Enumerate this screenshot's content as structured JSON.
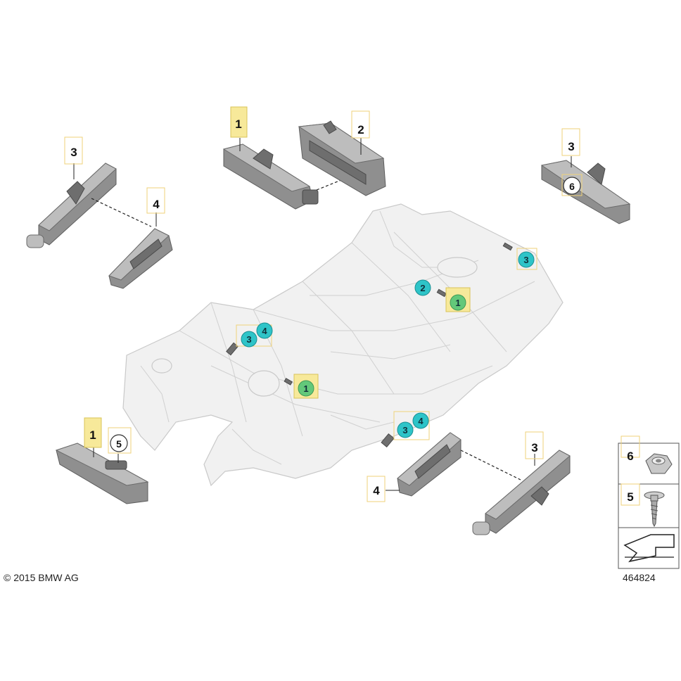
{
  "copyright": "© 2015 BMW AG",
  "diagram_number": "464824",
  "part_labels": {
    "top_antenna_1": "1",
    "top_bracket_2": "2",
    "left_antenna_3": "3",
    "left_bracket_4": "4",
    "right_antenna_3": "3",
    "right_nut_6": "6",
    "bottom_left_antenna_1": "1",
    "bottom_left_screw_5": "5",
    "bottom_bracket_4": "4",
    "bottom_right_antenna_3": "3"
  },
  "callouts": {
    "rear_right_3": "3",
    "center_2": "2",
    "center_1": "1",
    "front_left_3": "3",
    "front_left_4": "4",
    "front_center_1": "1",
    "mid_right_3": "3",
    "mid_right_4": "4"
  },
  "legend": {
    "nut_label": "6",
    "screw_label": "5"
  },
  "colors": {
    "callout_teal": "#2ec4c8",
    "callout_green": "#63c87a",
    "highlight_yellow": "#f7e99a"
  }
}
